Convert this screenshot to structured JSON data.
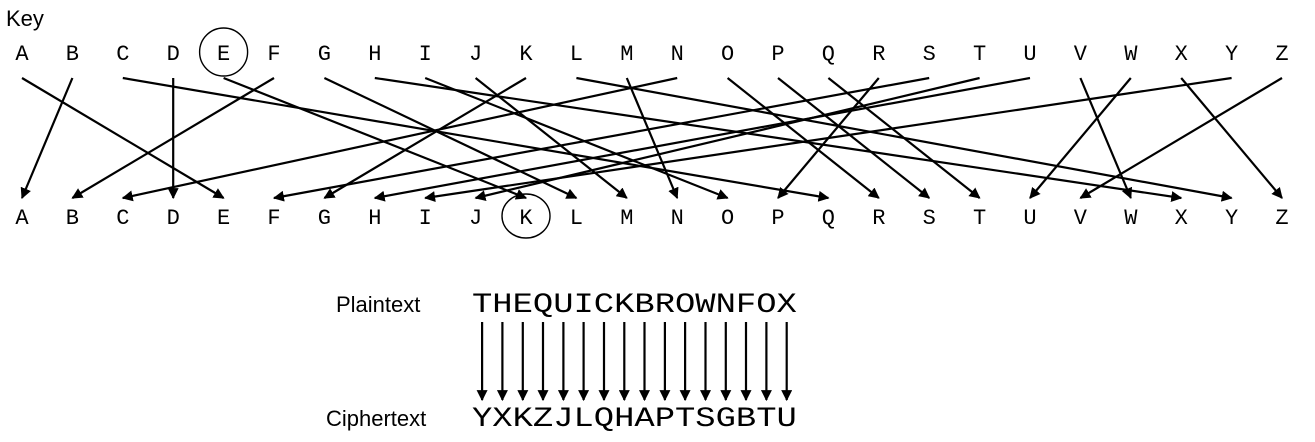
{
  "key_label": "Key",
  "alphabet": [
    "A",
    "B",
    "C",
    "D",
    "E",
    "F",
    "G",
    "H",
    "I",
    "J",
    "K",
    "L",
    "M",
    "N",
    "O",
    "P",
    "Q",
    "R",
    "S",
    "T",
    "U",
    "V",
    "W",
    "X",
    "Y",
    "Z"
  ],
  "mapping": {
    "A": "E",
    "B": "A",
    "C": "Q",
    "D": "D",
    "E": "K",
    "F": "B",
    "G": "L",
    "H": "X",
    "I": "O",
    "J": "M",
    "K": "G",
    "L": "Y",
    "M": "N",
    "N": "C",
    "O": "R",
    "P": "S",
    "Q": "T",
    "R": "P",
    "S": "F",
    "T": "J",
    "U": "H",
    "V": "W",
    "W": "U",
    "X": "Z",
    "Y": "I",
    "Z": "V"
  },
  "highlight": {
    "source": "E",
    "target": "K"
  },
  "plaintext_label": "Plaintext",
  "plaintext": "THEQUICKBROWNFOX",
  "ciphertext_label": "Ciphertext",
  "ciphertext": "YXKZJLQHAPTSGBTU"
}
